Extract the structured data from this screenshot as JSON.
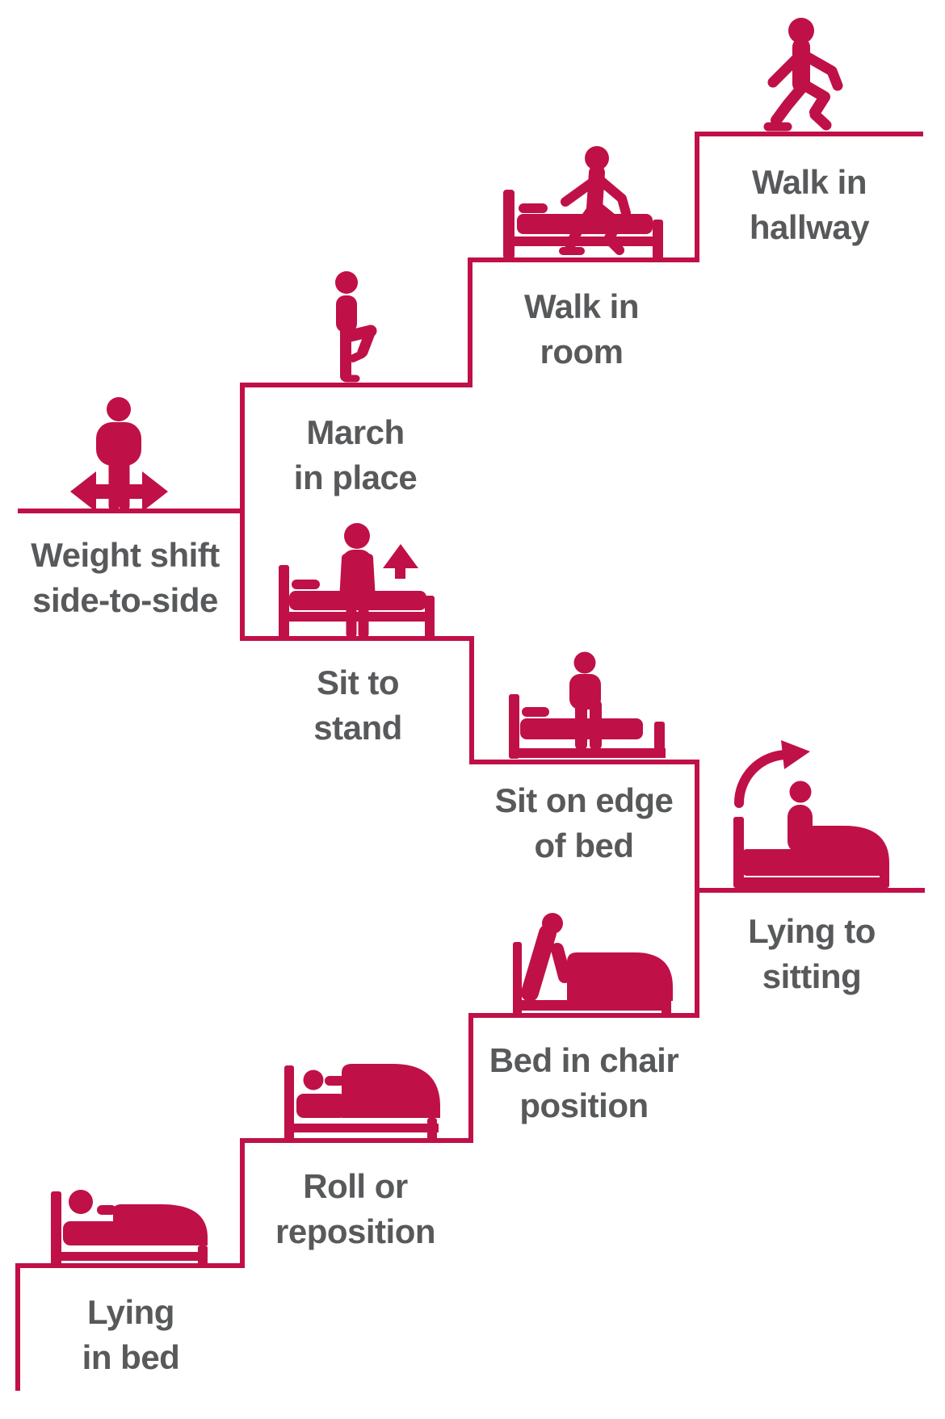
{
  "palette": {
    "accent": "#C01048",
    "label_text": "#58595B",
    "background": "#FFFFFF"
  },
  "steps": [
    {
      "name": "lying-in-bed",
      "line1": "Lying",
      "line2": "in bed",
      "icon": "person-lying-in-bed-icon"
    },
    {
      "name": "roll-or-reposition",
      "line1": "Roll or",
      "line2": "reposition",
      "icon": "person-rolling-in-bed-icon"
    },
    {
      "name": "bed-in-chair-position",
      "line1": "Bed in chair",
      "line2": "position",
      "icon": "bed-chair-recline-icon"
    },
    {
      "name": "lying-to-sitting",
      "line1": "Lying to",
      "line2": "sitting",
      "icon": "person-sitting-up-arrow-icon"
    },
    {
      "name": "sit-on-edge-of-bed",
      "line1": "Sit on edge",
      "line2": "of bed",
      "icon": "person-sitting-edge-of-bed-icon"
    },
    {
      "name": "sit-to-stand",
      "line1": "Sit to",
      "line2": "stand",
      "icon": "person-standing-by-bed-arrow-icon"
    },
    {
      "name": "weight-shift-side-to-side",
      "line1": "Weight shift",
      "line2": "side-to-side",
      "icon": "person-side-arrows-icon"
    },
    {
      "name": "march-in-place",
      "line1": "March",
      "line2": "in place",
      "icon": "person-marching-icon"
    },
    {
      "name": "walk-in-room",
      "line1": "Walk in",
      "line2": "room",
      "icon": "person-walking-by-bed-icon"
    },
    {
      "name": "walk-in-hallway",
      "line1": "Walk in",
      "line2": "hallway",
      "icon": "person-walking-icon"
    }
  ]
}
